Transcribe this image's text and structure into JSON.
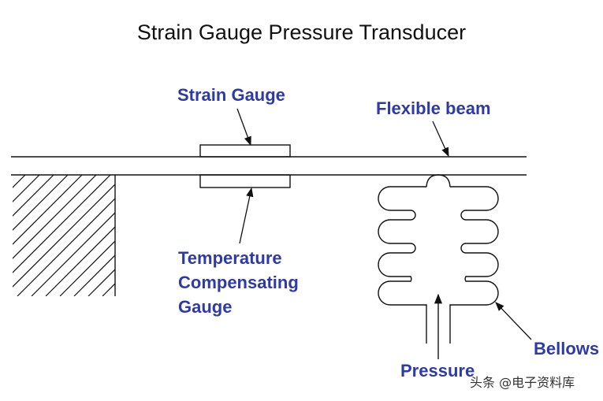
{
  "title": "Strain Gauge Pressure Transducer",
  "labels": {
    "strain_gauge": "Strain Gauge",
    "flexible_beam": "Flexible beam",
    "temp_line1": "Temperature",
    "temp_line2": "Compensating",
    "temp_line3": "Gauge",
    "bellows": "Bellows",
    "pressure": "Pressure"
  },
  "watermark": "头条 @电子资料库",
  "colors": {
    "label": "#2e3aa6",
    "line": "#111111",
    "background": "#ffffff"
  }
}
